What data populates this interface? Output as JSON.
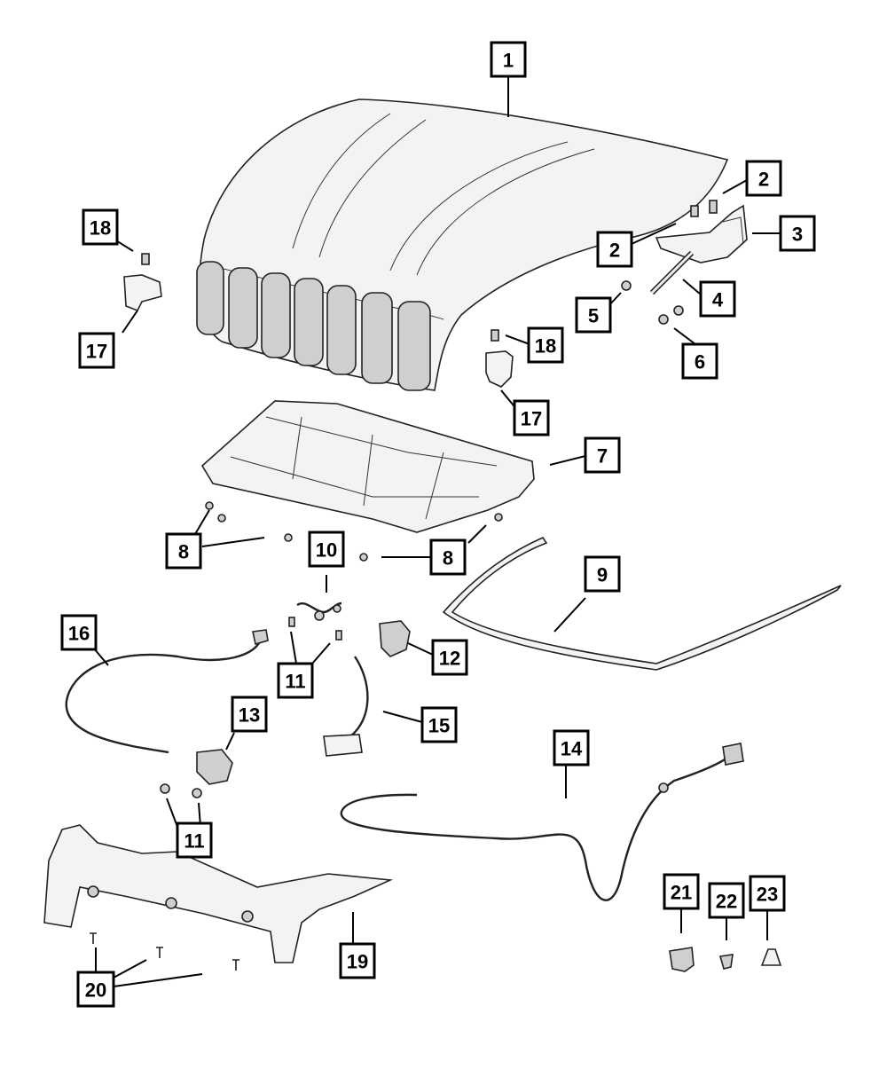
{
  "diagram": {
    "callouts": [
      {
        "id": "c1",
        "label": "1"
      },
      {
        "id": "c2a",
        "label": "2"
      },
      {
        "id": "c2b",
        "label": "2"
      },
      {
        "id": "c3",
        "label": "3"
      },
      {
        "id": "c4",
        "label": "4"
      },
      {
        "id": "c5",
        "label": "5"
      },
      {
        "id": "c6",
        "label": "6"
      },
      {
        "id": "c7",
        "label": "7"
      },
      {
        "id": "c8a",
        "label": "8"
      },
      {
        "id": "c8b",
        "label": "8"
      },
      {
        "id": "c9",
        "label": "9"
      },
      {
        "id": "c10",
        "label": "10"
      },
      {
        "id": "c11a",
        "label": "11"
      },
      {
        "id": "c11b",
        "label": "11"
      },
      {
        "id": "c12",
        "label": "12"
      },
      {
        "id": "c13",
        "label": "13"
      },
      {
        "id": "c14",
        "label": "14"
      },
      {
        "id": "c15",
        "label": "15"
      },
      {
        "id": "c16",
        "label": "16"
      },
      {
        "id": "c17a",
        "label": "17"
      },
      {
        "id": "c17b",
        "label": "17"
      },
      {
        "id": "c18a",
        "label": "18"
      },
      {
        "id": "c18b",
        "label": "18"
      },
      {
        "id": "c19",
        "label": "19"
      },
      {
        "id": "c20",
        "label": "20"
      },
      {
        "id": "c21",
        "label": "21"
      },
      {
        "id": "c22",
        "label": "22"
      },
      {
        "id": "c23",
        "label": "23"
      }
    ]
  }
}
